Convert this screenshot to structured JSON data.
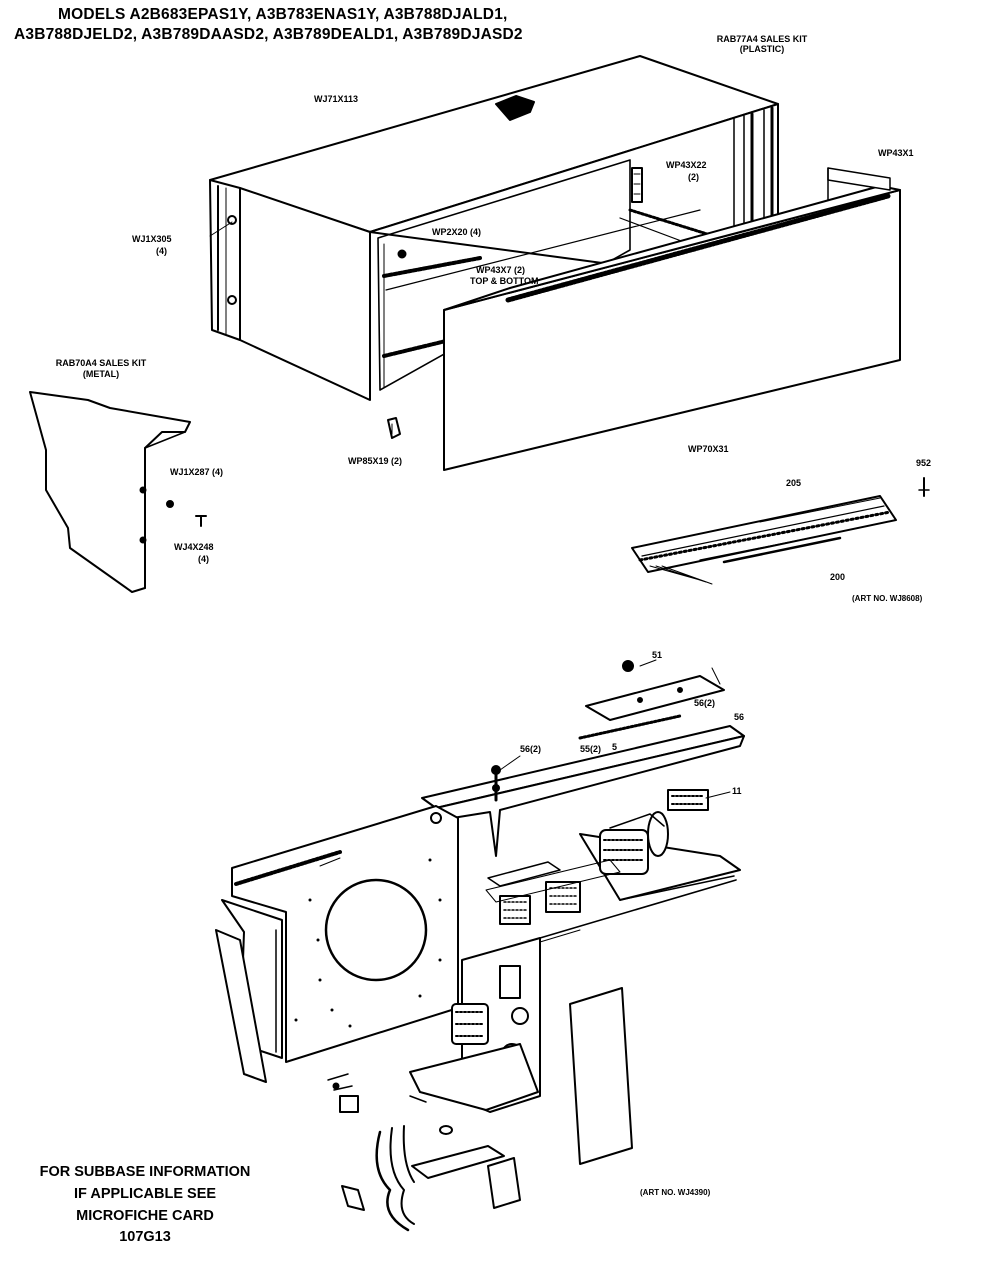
{
  "header": {
    "line1": "MODELS A2B683EPAS1Y, A3B783ENAS1Y, A3B788DJALD1,",
    "line2": "A3B788DJELD2, A3B789DAASD2, A3B789DEALD1, A3B789DJASD2"
  },
  "callouts": {
    "rab77a4_line1": "RAB77A4 SALES KIT",
    "rab77a4_line2": "(PLASTIC)",
    "wj71x113": "WJ71X113",
    "wp43x22_line1": "WP43X22",
    "wp43x22_line2": "(2)",
    "wp43x1": "WP43X1",
    "wj1x305_line1": "WJ1X305",
    "wj1x305_line2": "(4)",
    "wp2x20": "WP2X20 (4)",
    "wp43x7_line1": "WP43X7 (2)",
    "wp43x7_line2": "TOP & BOTTOM",
    "rab70a4_line1": "RAB70A4 SALES KIT",
    "rab70a4_line2": "(METAL)",
    "wj1x287": "WJ1X287 (4)",
    "wj4x248_line1": "WJ4X248",
    "wj4x248_line2": "(4)",
    "wp85x19": "WP85X19 (2)",
    "wp70x31": "WP70X31",
    "n952": "952",
    "n205": "205",
    "n200": "200",
    "art_top": "(ART NO. WJ8608)",
    "art_bottom": "(ART NO. WJ4390)",
    "n51": "51",
    "n56_2": "56(2)",
    "n55_2": "55(2)",
    "n56": "56",
    "n56_2b": "56(2)",
    "n11": "11",
    "n5": "5"
  },
  "footnote": {
    "line1": "FOR SUBBASE INFORMATION",
    "line2": "IF APPLICABLE SEE",
    "line3": "MICROFICHE CARD",
    "line4": "107G13"
  }
}
